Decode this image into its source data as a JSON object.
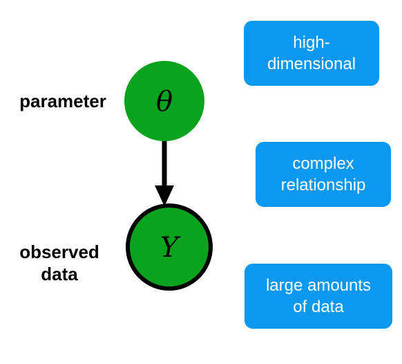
{
  "colors": {
    "node_fill": "#0aa31e",
    "tag_fill": "#0b98f0",
    "edge": "#000000",
    "tag_text": "#ffffff"
  },
  "nodes": {
    "parameter": {
      "symbol": "θ",
      "label": "parameter"
    },
    "observed": {
      "symbol": "Y",
      "label_lines": [
        "observed",
        "data"
      ]
    }
  },
  "tags": [
    {
      "lines": [
        "high-",
        "dimensional"
      ]
    },
    {
      "lines": [
        "complex",
        "relationship"
      ]
    },
    {
      "lines": [
        "large amounts",
        "of data"
      ]
    }
  ]
}
